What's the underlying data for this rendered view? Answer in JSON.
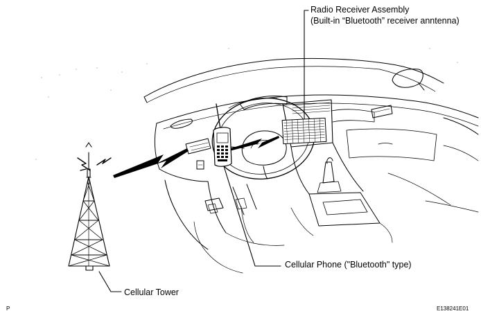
{
  "labels": {
    "radio_line1": "Radio Receiver Assembly",
    "radio_line2": "(Built-in “Bluetooth” receiver anntenna)",
    "phone": "Cellular Phone (\"Bluetooth\" type)",
    "tower": "Cellular Tower"
  },
  "corner": {
    "left": "P",
    "right": "E138241E01"
  }
}
